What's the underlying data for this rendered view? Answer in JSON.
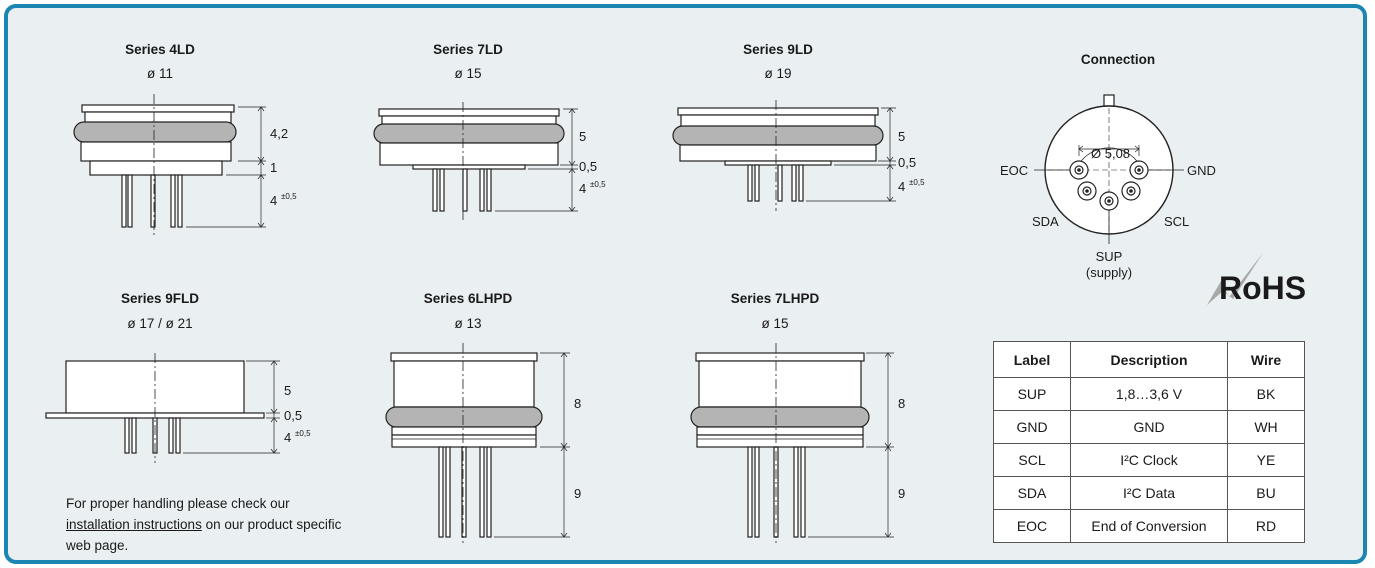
{
  "series": [
    {
      "name": "Series 4LD",
      "diameter": "ø 11",
      "dims": [
        "4,2",
        "1",
        "4",
        "±0,5"
      ]
    },
    {
      "name": "Series 7LD",
      "diameter": "ø 15",
      "dims": [
        "5",
        "0,5",
        "4",
        "±0,5"
      ]
    },
    {
      "name": "Series 9LD",
      "diameter": "ø 19",
      "dims": [
        "5",
        "0,5",
        "4",
        "±0,5"
      ]
    },
    {
      "name": "Series 9FLD",
      "diameter": "ø 17 / ø 21",
      "dims": [
        "5",
        "0,5",
        "4",
        "±0,5"
      ]
    },
    {
      "name": "Series 6LHPD",
      "diameter": "ø 13",
      "dims": [
        "8",
        "9"
      ]
    },
    {
      "name": "Series 7LHPD",
      "diameter": "ø 15",
      "dims": [
        "8",
        "9"
      ]
    }
  ],
  "connection": {
    "title": "Connection",
    "pitch": "Ø 5,08",
    "pins": {
      "eoc": "EOC",
      "gnd": "GND",
      "sda": "SDA",
      "scl": "SCL",
      "sup": "SUP",
      "sup_note": "(supply)"
    }
  },
  "note": {
    "before": "For proper handling please check our ",
    "link": "installation instructions",
    "after": " on our product specific web page."
  },
  "rohs": "RoHS",
  "wire_table": {
    "headers": [
      "Label",
      "Description",
      "Wire"
    ],
    "rows": [
      [
        "SUP",
        "1,8…3,6 V",
        "BK"
      ],
      [
        "GND",
        "GND",
        "WH"
      ],
      [
        "SCL",
        "I²C Clock",
        "YE"
      ],
      [
        "SDA",
        "I²C Data",
        "BU"
      ],
      [
        "EOC",
        "End of Conversion",
        "RD"
      ]
    ]
  },
  "colors": {
    "frame": "#1b86b2",
    "background": "#eaf0f2",
    "oring": "#b4b4b4"
  }
}
